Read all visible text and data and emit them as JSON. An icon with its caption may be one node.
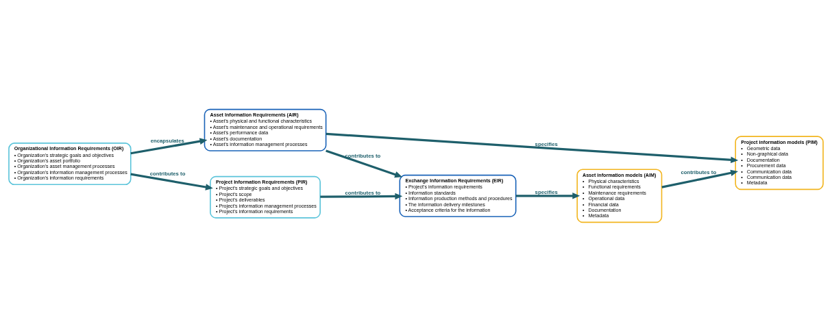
{
  "diagram": {
    "nodes": [
      {
        "text": [
          "Organizational Information Requirements (OIR)",
          "• Organization's strategic goals and objectives",
          "• Organization's asset portfolio",
          "• Organization's asset management processes",
          "• Organization's information management processes",
          "• Organization's information requirements"
        ]
      },
      {
        "text": [
          "Asset Information Requirements (AIR)",
          "• Asset's physical and functional characteristics",
          "• Asset's maintenance and operational requirements",
          "• Asset's performance data",
          "• Asset's documentation",
          "• Asset's information management processes"
        ]
      },
      {
        "text": [
          "Project information models (PIM)",
          "•   Geometric data",
          "•   Non-graphical data",
          "•   Documentation",
          "•   Procurement data",
          "•   Communication data",
          "•   Communication data",
          "•   Metadata"
        ]
      },
      {
        "text": [
          "Project Information Requirements (PIR)",
          "• Project's strategic goals and objectives",
          "• Project's scope",
          "• Project's deliverables",
          "• Project's information management processes",
          "• Project's information requirements"
        ]
      },
      {
        "text": [
          "Exchange Information Requirements (EIR)",
          "• Project's information requirements",
          "• Information standards",
          "• Information production methods and procedures",
          "• The information delivery milestones",
          "• Acceptance criteria for the information"
        ]
      },
      {
        "text": [
          "Asset information models (AIM)",
          "•   Physical characteristics",
          "•   Functional requirements",
          "•   Maintenance requirements",
          "•   Operational data",
          "•   Financial data",
          "•   Documentation",
          "•   Metadata"
        ]
      }
    ],
    "edges": [
      {
        "from": 0,
        "to": 1,
        "arrow": "to",
        "label": "encapsulates"
      },
      {
        "from": 1,
        "to": 2,
        "arrow": "to",
        "label": "specifies"
      },
      {
        "from": 0,
        "to": 3,
        "arrow": "to",
        "label": "contributes to"
      },
      {
        "from": 1,
        "to": 4,
        "arrow": "to",
        "label": "contributes to"
      },
      {
        "from": 3,
        "to": 4,
        "arrow": "to",
        "label": "contributes to"
      },
      {
        "from": 4,
        "to": 5,
        "arrow": "to",
        "label": "specifies"
      },
      {
        "from": 5,
        "to": 2,
        "arrow": "to",
        "label": "contributes to"
      }
    ]
  }
}
